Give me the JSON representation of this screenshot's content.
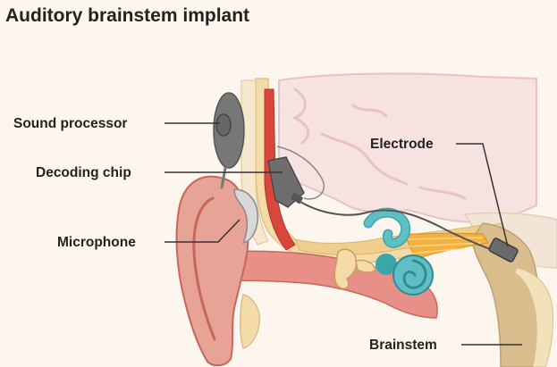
{
  "title": "Auditory brainstem implant",
  "labels": {
    "sound_processor": "Sound processor",
    "decoding_chip": "Decoding chip",
    "microphone": "Microphone",
    "electrode": "Electrode",
    "brainstem": "Brainstem"
  },
  "colors": {
    "background": "#fdf6ee",
    "brain": "#f7e2e2",
    "skin": "#e8a397",
    "skull_bone": "#f4dba7",
    "device_gray": "#777777",
    "cochlea": "#5fbfc4",
    "nerve": "#f4b040",
    "brainstem": "#d9bd8c"
  }
}
